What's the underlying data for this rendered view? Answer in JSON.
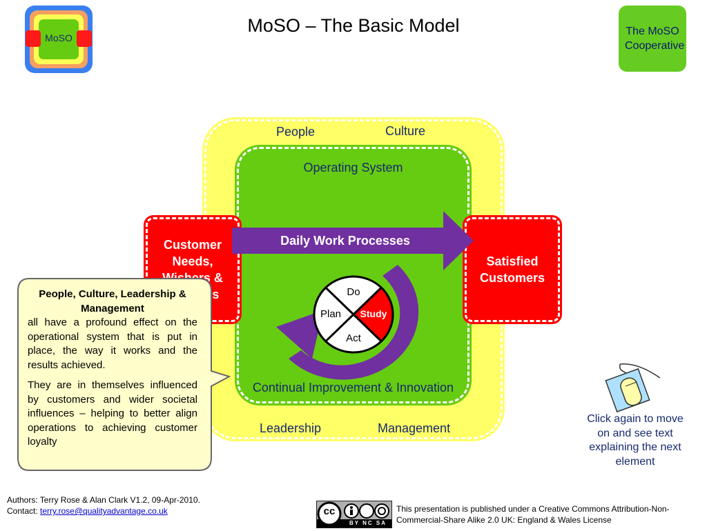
{
  "slide": {
    "title": "MoSO – The Basic Model",
    "logo_text": "MoSO",
    "coop_label": "The MoSO Cooperative"
  },
  "diagram": {
    "people": "People",
    "culture": "Culture",
    "operating_system": "Operating System",
    "customer_needs": "Customer Needs, Wishers & Wonders",
    "daily_work": "Daily Work Processes",
    "satisfied": "Satisfied Customers",
    "pdsa": {
      "do": "Do",
      "study": "Study",
      "act": "Act",
      "plan": "Plan"
    },
    "continual": "Continual Improvement & Innovation",
    "leadership": "Leadership",
    "management": "Management"
  },
  "callout": {
    "heading": "People, Culture, Leadership & Management",
    "para1": "all have a profound effect on the operational system that is put in place, the way it works and the results achieved.",
    "para2": "They are in themselves influenced by customers and wider societal influences – helping to better align operations to achieving customer loyalty"
  },
  "hint": {
    "text": "Click again to move on and see text explaining the next element"
  },
  "footer": {
    "authors": "Authors: Terry Rose & Alan Clark  V1.2, 09-Apr-2010.",
    "contact_label": "Contact:",
    "email": "terry.rose@qualityadvantage.co.uk",
    "license": "This presentation is published under a Creative Commons Attribution-Non-Commercial-Share Alike 2.0 UK: England & Wales License",
    "cc_badge": "BY NC SA"
  },
  "colors": {
    "green": "#66cc11",
    "yellow": "#ffff66",
    "red": "#ff0000",
    "purple": "#7030a0",
    "navy": "#16296e"
  }
}
